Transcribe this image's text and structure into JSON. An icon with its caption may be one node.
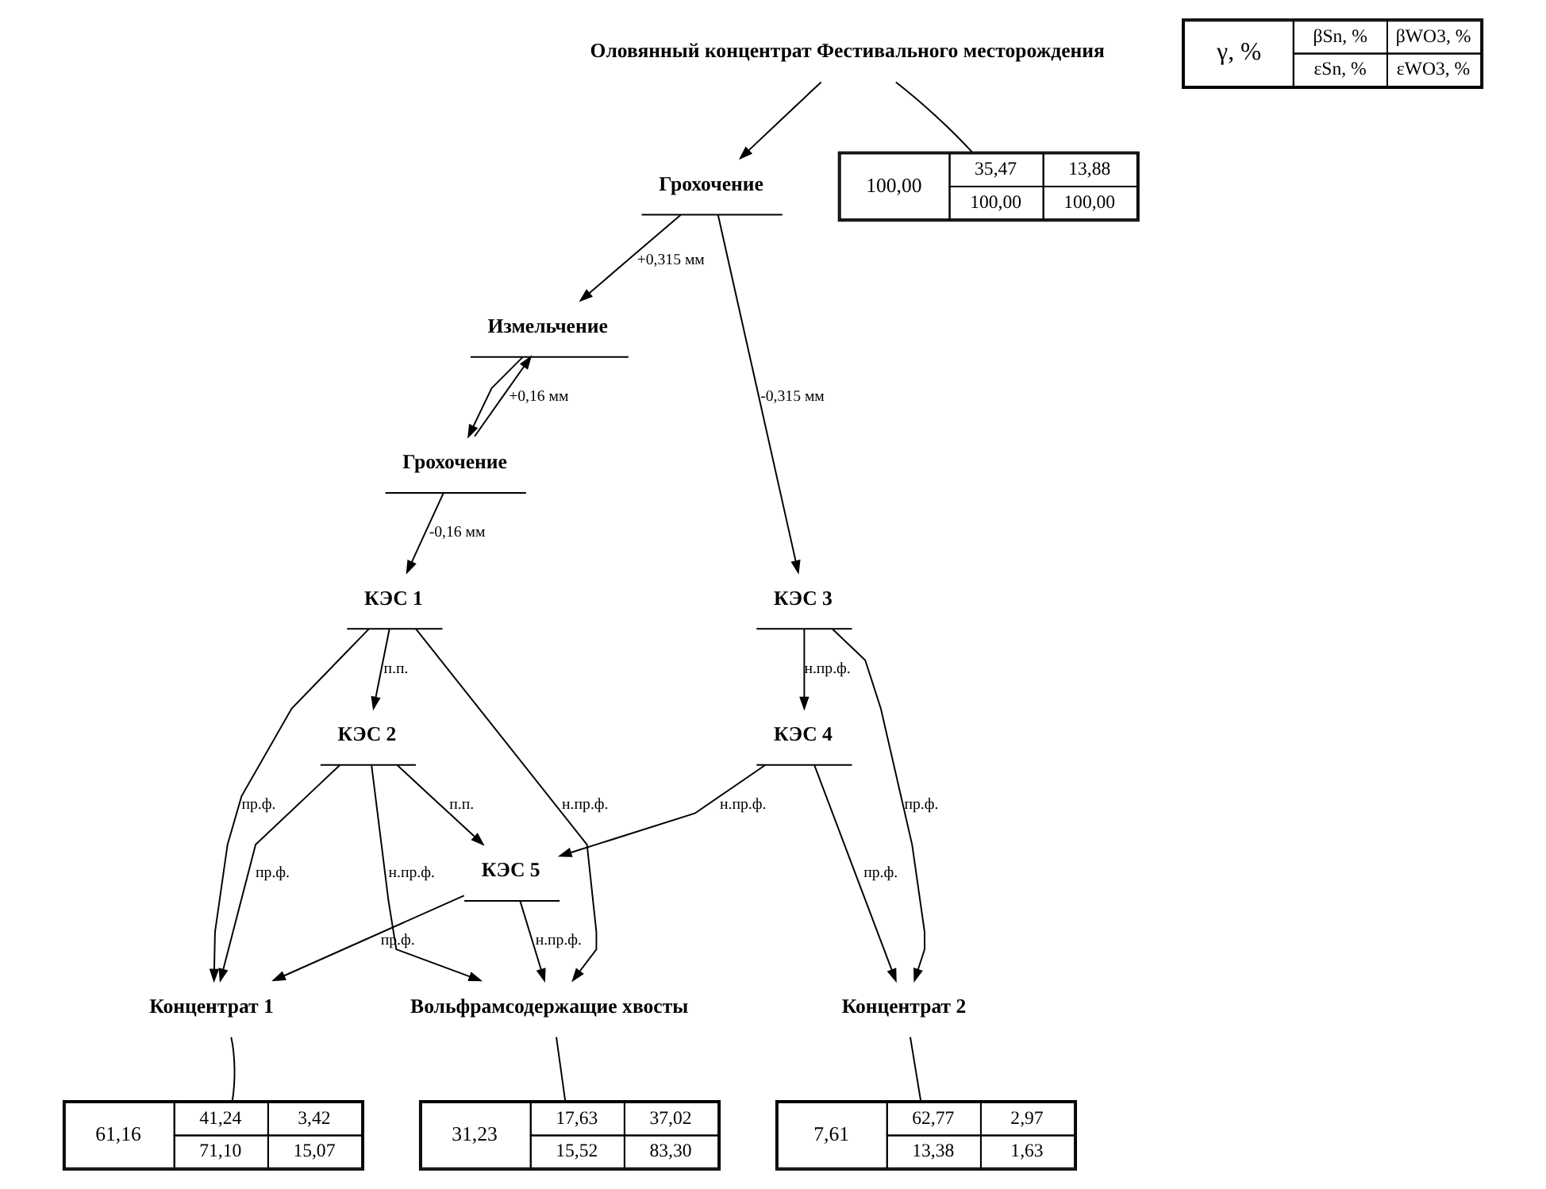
{
  "diagram": {
    "nodes": [
      {
        "text": [
          "Оловянный концентрат Фестивального месторождения"
        ]
      },
      {
        "text": [
          "Грохочение"
        ]
      },
      {
        "text": [
          "Измельчение"
        ]
      },
      {
        "text": [
          "Грохочение"
        ]
      },
      {
        "text": [
          "КЭС 1"
        ]
      },
      {
        "text": [
          "КЭС 2"
        ]
      },
      {
        "text": [
          "КЭС 3"
        ]
      },
      {
        "text": [
          "КЭС 4"
        ]
      },
      {
        "text": [
          "КЭС 5"
        ]
      },
      {
        "text": [
          "Концентрат 1"
        ]
      },
      {
        "text": [
          "Вольфрамсодержащие хвосты"
        ]
      },
      {
        "text": [
          "Концентрат 2"
        ]
      },
      {
        "text": [
          "γ, %",
          "βSn, %",
          "βWO3, %",
          "εSn, %",
          "εWO3, %"
        ]
      },
      {
        "text": [
          "100,00",
          "35,47",
          "13,88",
          "100,00",
          "100,00"
        ]
      },
      {
        "text": [
          "61,16",
          "41,24",
          "3,42",
          "71,10",
          "15,07"
        ]
      },
      {
        "text": [
          "31,23",
          "17,63",
          "37,02",
          "15,52",
          "83,30"
        ]
      },
      {
        "text": [
          "7,61",
          "62,77",
          "2,97",
          "13,38",
          "1,63"
        ]
      }
    ],
    "edges": [
      {
        "from": 0,
        "to": 1,
        "arrow": "to"
      },
      {
        "from": 1,
        "to": 2,
        "arrow": "to",
        "label": "+0,315 мм"
      },
      {
        "from": 1,
        "to": 6,
        "arrow": "to",
        "label": "-0,315 мм"
      },
      {
        "from": 2,
        "to": 3,
        "arrow": "to"
      },
      {
        "from": 3,
        "to": 2,
        "arrow": "to",
        "label": "+0,16 мм"
      },
      {
        "from": 3,
        "to": 4,
        "arrow": "to",
        "label": "-0,16 мм"
      },
      {
        "from": 4,
        "to": 9,
        "arrow": "to",
        "label": "пр.ф."
      },
      {
        "from": 4,
        "to": 5,
        "arrow": "to",
        "label": "п.п."
      },
      {
        "from": 4,
        "to": 10,
        "arrow": "to",
        "label": "н.пр.ф."
      },
      {
        "from": 6,
        "to": 7,
        "arrow": "to",
        "label": "н.пр.ф."
      },
      {
        "from": 6,
        "to": 11,
        "arrow": "to",
        "label": "пр.ф."
      },
      {
        "from": 5,
        "to": 9,
        "arrow": "to",
        "label": "пр.ф."
      },
      {
        "from": 5,
        "to": 8,
        "arrow": "to",
        "label": "п.п."
      },
      {
        "from": 5,
        "to": 10,
        "arrow": "to",
        "label": "н.пр.ф."
      },
      {
        "from": 7,
        "to": 8,
        "arrow": "to",
        "label": "н.пр.ф."
      },
      {
        "from": 7,
        "to": 11,
        "arrow": "to",
        "label": "пр.ф."
      },
      {
        "from": 8,
        "to": 9,
        "arrow": "to",
        "label": "пр.ф."
      },
      {
        "from": 8,
        "to": 10,
        "arrow": "to",
        "label": "н.пр.ф."
      },
      {
        "from": 13,
        "to": 0,
        "arrow": "none"
      },
      {
        "from": 14,
        "to": 9,
        "arrow": "none"
      },
      {
        "from": 15,
        "to": 10,
        "arrow": "none"
      },
      {
        "from": 16,
        "to": 11,
        "arrow": "none"
      }
    ]
  }
}
